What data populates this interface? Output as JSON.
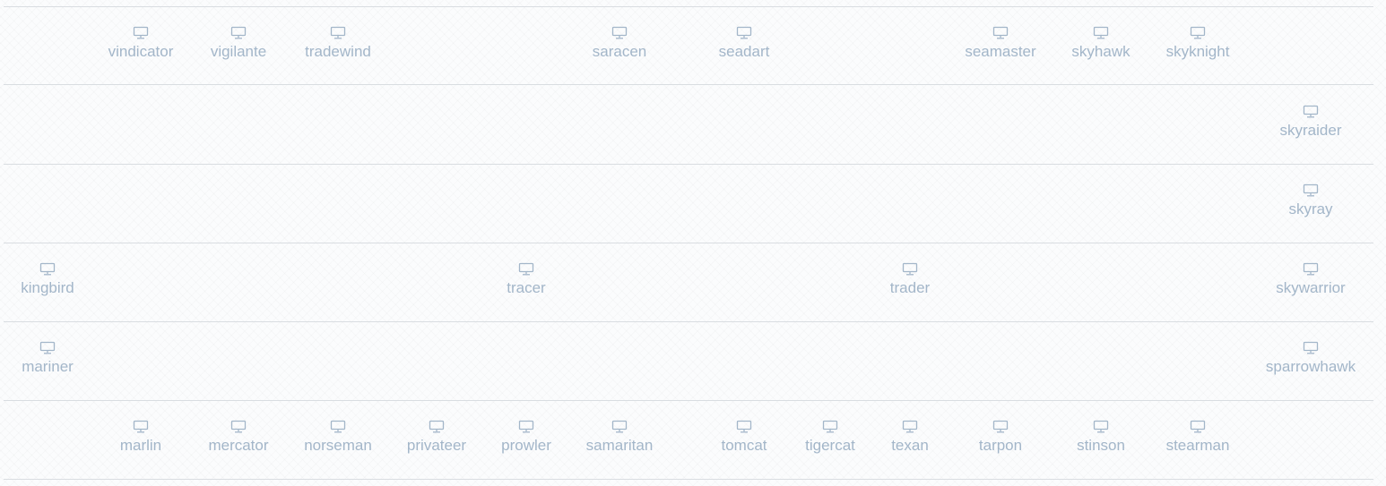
{
  "rows": [
    {
      "stations": [
        {
          "name": "vindicator"
        },
        {
          "name": "vigilante"
        },
        {
          "name": "tradewind"
        },
        {
          "name": "saracen"
        },
        {
          "name": "seadart"
        },
        {
          "name": "seamaster"
        },
        {
          "name": "skyhawk"
        },
        {
          "name": "skyknight"
        }
      ]
    },
    {
      "stations": [
        {
          "name": "skyraider"
        }
      ]
    },
    {
      "stations": [
        {
          "name": "skyray"
        }
      ]
    },
    {
      "stations": [
        {
          "name": "kingbird"
        },
        {
          "name": "tracer"
        },
        {
          "name": "trader"
        },
        {
          "name": "skywarrior"
        }
      ]
    },
    {
      "stations": [
        {
          "name": "mariner"
        },
        {
          "name": "sparrowhawk"
        }
      ]
    },
    {
      "stations": [
        {
          "name": "marlin"
        },
        {
          "name": "mercator"
        },
        {
          "name": "norseman"
        },
        {
          "name": "privateer"
        },
        {
          "name": "prowler"
        },
        {
          "name": "samaritan"
        },
        {
          "name": "tomcat"
        },
        {
          "name": "tigercat"
        },
        {
          "name": "texan"
        },
        {
          "name": "tarpon"
        },
        {
          "name": "stinson"
        },
        {
          "name": "stearman"
        }
      ]
    }
  ],
  "station_icon": "monitor-icon"
}
